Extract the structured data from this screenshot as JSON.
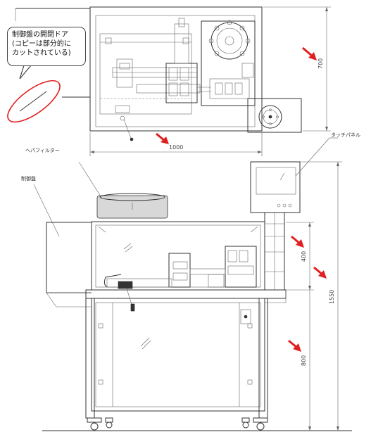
{
  "callout": {
    "line1": "制御盤の開閉ドア",
    "line2": "(コピーは部分的に",
    "line3": "カットされている)"
  },
  "labels": {
    "hepa_filter": "ヘパフィルター",
    "control_panel": "制御盤",
    "touch_panel": "タッチパネル"
  },
  "dimensions": {
    "width": "1000",
    "depth": "700",
    "total_height": "1550",
    "upper_height": "400",
    "lower_height": "800"
  },
  "colors": {
    "annotation": "#e02020",
    "line": "#333333"
  }
}
